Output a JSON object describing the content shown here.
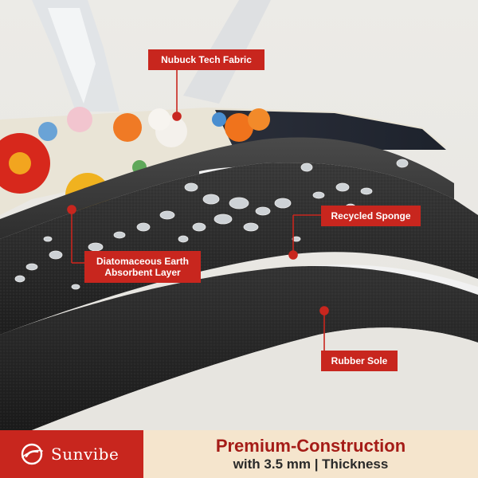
{
  "callouts": {
    "nubuck": "Nubuck Tech Fabric",
    "recycled_sponge": "Recycled Sponge",
    "diatomaceous_line1": "Diatomaceous Earth",
    "diatomaceous_line2": "Absorbent Layer",
    "rubber_sole": "Rubber Sole"
  },
  "brand": {
    "name": "Sunvibe"
  },
  "tagline": {
    "main": "Premium-Construction",
    "sub": "with 3.5 mm | Thickness"
  },
  "colors": {
    "accent_red": "#c8261e",
    "tagline_bg": "#f5e5cd",
    "foam_black": "#2a2a2a"
  }
}
